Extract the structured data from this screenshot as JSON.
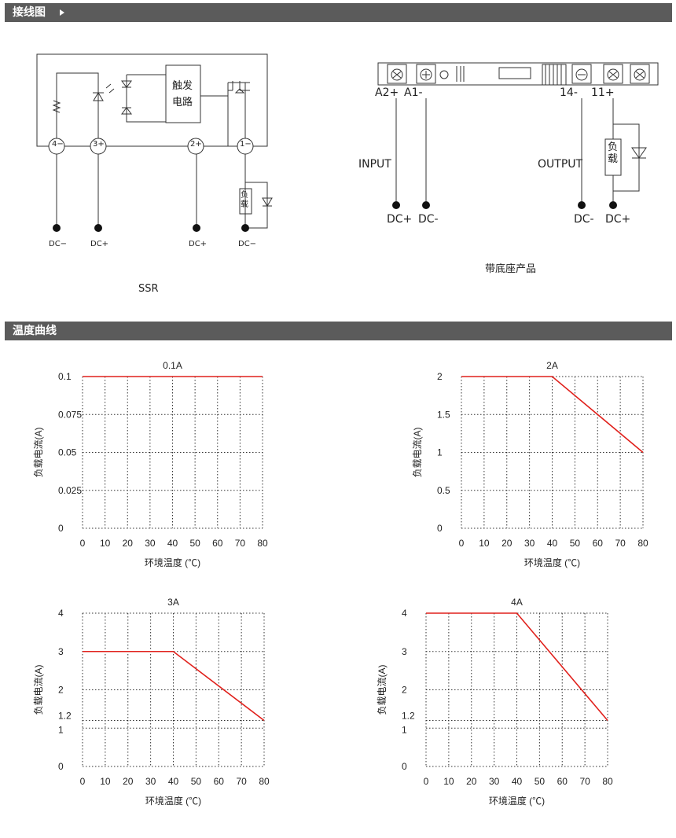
{
  "sections": {
    "wiring_title": "接线图",
    "temp_title": "温度曲线"
  },
  "ssr": {
    "caption": "SSR",
    "trigger_text": [
      "触发",
      "电路"
    ],
    "terminals": [
      "4−",
      "3+",
      "2+",
      "1−"
    ],
    "bottom_labels": [
      "DC−",
      "DC+",
      "DC+",
      "DC−"
    ],
    "load_text": "负载"
  },
  "socket": {
    "caption": "带底座产品",
    "terminal_labels": [
      "A2+",
      "A1-",
      "14-",
      "11+"
    ],
    "input_label": "INPUT",
    "output_label": "OUTPUT",
    "bottom_labels": [
      "DC+",
      "DC-",
      "DC-",
      "DC+"
    ],
    "load_text": "负载"
  },
  "chart_data": [
    {
      "type": "line",
      "title": "0.1A",
      "xlabel": "环境温度 (℃)",
      "ylabel": "负载电流(A)",
      "x": [
        0,
        80
      ],
      "series": [
        {
          "values": [
            0.1,
            0.1
          ]
        }
      ],
      "xticks": [
        "0",
        "10",
        "20",
        "30",
        "40",
        "50",
        "60",
        "70",
        "80"
      ],
      "yticks": [
        "0",
        "0.025",
        "0.05",
        "0.075",
        "0.1"
      ],
      "xlim": [
        0,
        80
      ],
      "ylim": [
        0,
        0.1
      ],
      "grid": true,
      "line_color": "#e0201b"
    },
    {
      "type": "line",
      "title": "2A",
      "xlabel": "环境温度 (℃)",
      "ylabel": "负载电流(A)",
      "x": [
        0,
        40,
        80
      ],
      "series": [
        {
          "values": [
            2,
            2,
            1
          ]
        }
      ],
      "xticks": [
        "0",
        "10",
        "20",
        "30",
        "40",
        "50",
        "60",
        "70",
        "80"
      ],
      "yticks": [
        "0",
        "0.5",
        "1",
        "1.5",
        "2"
      ],
      "xlim": [
        0,
        80
      ],
      "ylim": [
        0,
        2
      ],
      "grid": true,
      "line_color": "#e0201b"
    },
    {
      "type": "line",
      "title": "3A",
      "xlabel": "环境温度 (℃)",
      "ylabel": "负载电流(A)",
      "x": [
        0,
        40,
        80
      ],
      "series": [
        {
          "values": [
            3,
            3,
            1.2
          ]
        }
      ],
      "xticks": [
        "0",
        "10",
        "20",
        "30",
        "40",
        "50",
        "60",
        "70",
        "80"
      ],
      "yticks": [
        "0",
        "1",
        "1.2",
        "2",
        "3",
        "4"
      ],
      "xlim": [
        0,
        80
      ],
      "ylim": [
        0,
        4
      ],
      "grid": true,
      "line_color": "#e0201b"
    },
    {
      "type": "line",
      "title": "4A",
      "xlabel": "环境温度 (℃)",
      "ylabel": "负载电流(A)",
      "x": [
        0,
        40,
        80
      ],
      "series": [
        {
          "values": [
            4,
            4,
            1.2
          ]
        }
      ],
      "xticks": [
        "0",
        "10",
        "20",
        "30",
        "40",
        "50",
        "60",
        "70",
        "80"
      ],
      "yticks": [
        "0",
        "1",
        "1.2",
        "2",
        "3",
        "4"
      ],
      "xlim": [
        0,
        80
      ],
      "ylim": [
        0,
        4
      ],
      "grid": true,
      "line_color": "#e0201b"
    }
  ]
}
